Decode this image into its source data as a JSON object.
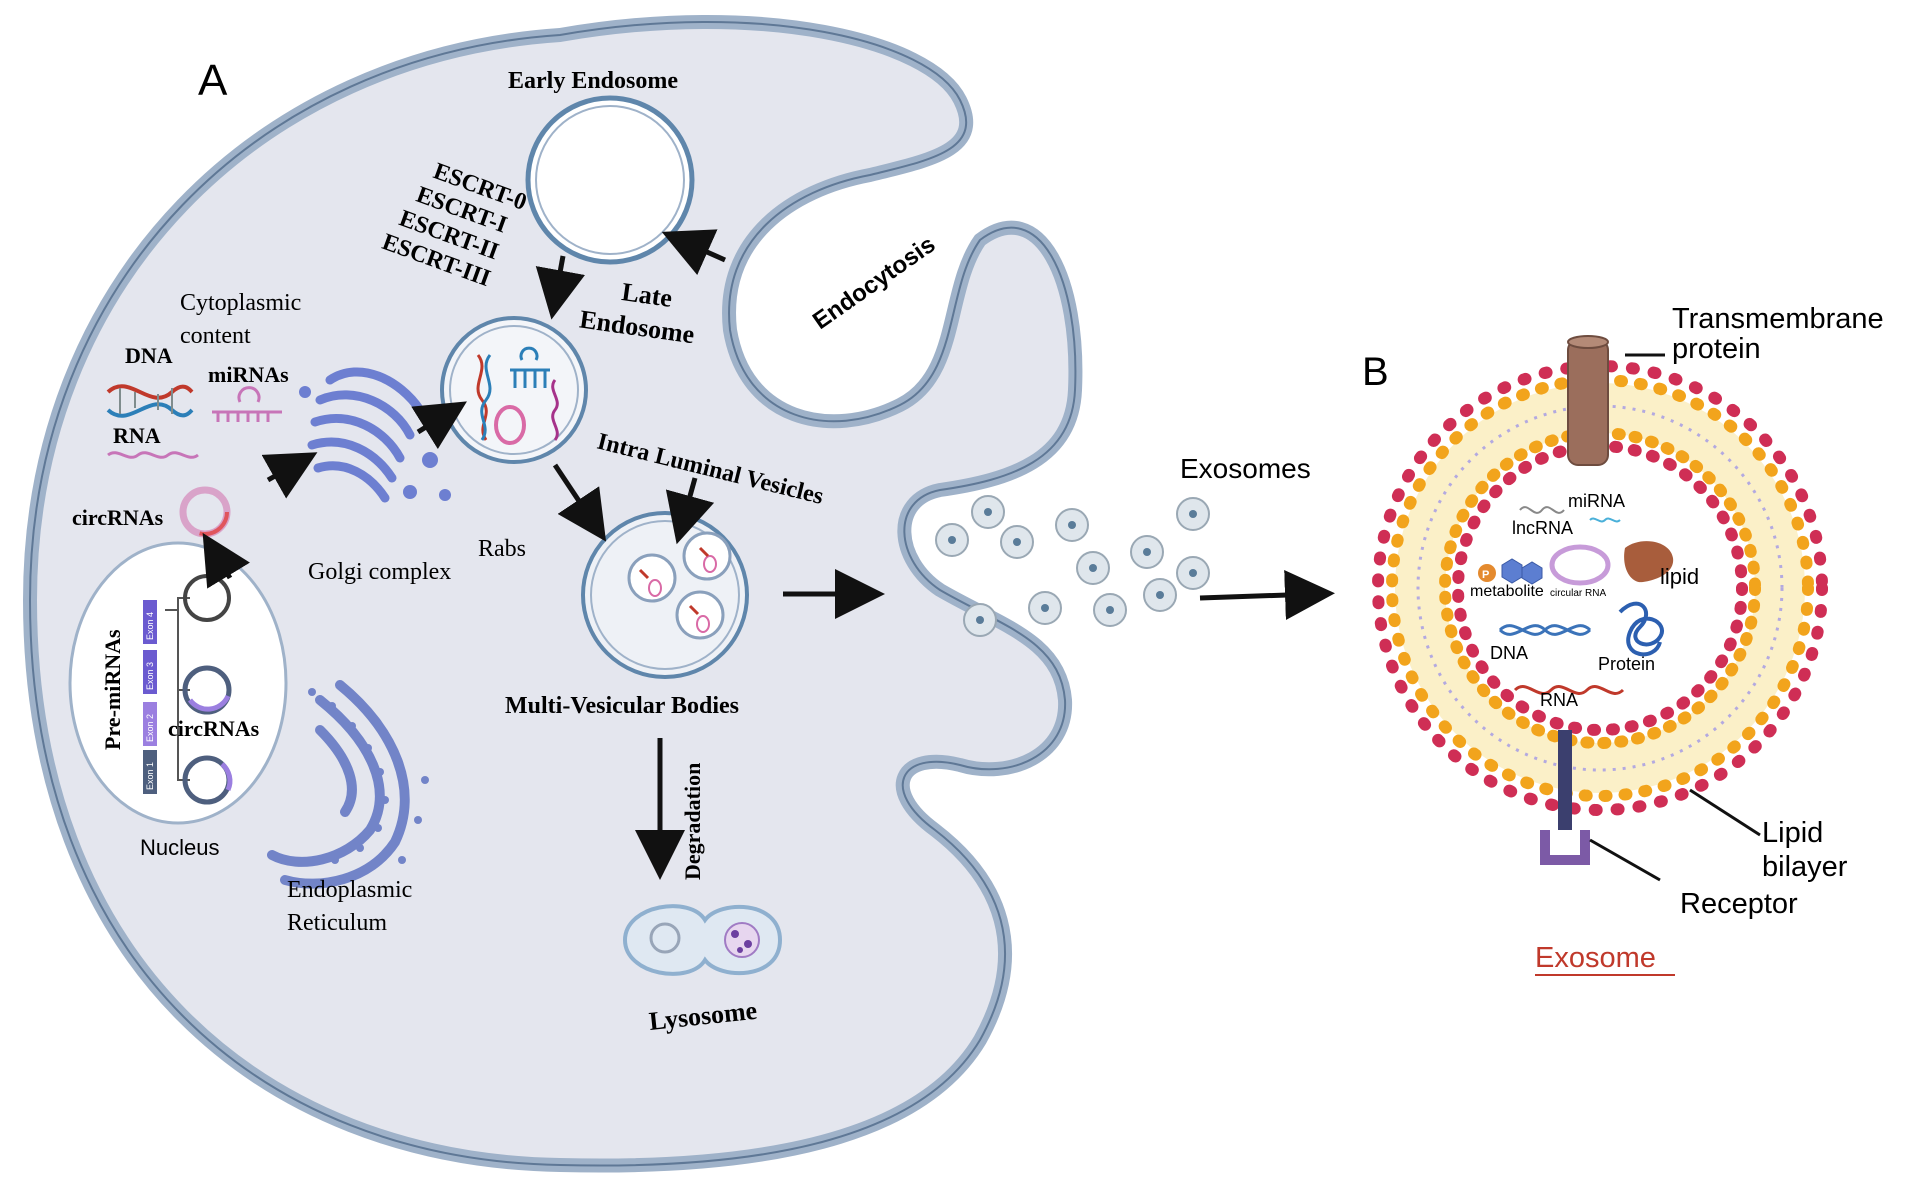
{
  "panel_a": {
    "letter": "A",
    "early_endosome": "Early Endosome",
    "escrt": [
      "ESCRT-0",
      "ESCRT-I",
      "ESCRT-II",
      "ESCRT-III"
    ],
    "late_endosome_1": "Late",
    "late_endosome_2": "Endosome",
    "endocytosis": "Endocytosis",
    "cytoplasmic_1": "Cytoplasmic",
    "cytoplasmic_2": "content",
    "dna": "DNA",
    "mirnas": "miRNAs",
    "rna": "RNA",
    "circrnas_top": "circRNAs",
    "golgi": "Golgi complex",
    "rabs": "Rabs",
    "ilv": "Intra Luminal Vesicles",
    "mvb": "Multi-Vesicular Bodies",
    "degradation": "Degradation",
    "lysosome": "Lysosome",
    "pre_mirnas": "Pre-miRNAs",
    "circrnas_nucleus": "circRNAs",
    "nucleus": "Nucleus",
    "er_1": "Endoplasmic",
    "er_2": "Reticulum",
    "exons": [
      "Exon 4",
      "Exon 3",
      "Exon 2",
      "Exon 1"
    ],
    "exosomes": "Exosomes"
  },
  "panel_b": {
    "letter": "B",
    "transmembrane_1": "Transmembrane",
    "transmembrane_2": "protein",
    "mirna": "miRNA",
    "lncrna": "lncRNA",
    "lipid": "lipid",
    "metabolite": "metabolite",
    "circular_rna": "circular RNA",
    "dna": "DNA",
    "protein": "Protein",
    "rna": "RNA",
    "lipid_bilayer_1": "Lipid",
    "lipid_bilayer_2": "bilayer",
    "receptor": "Receptor",
    "exosome": "Exosome",
    "p_label": "P"
  },
  "colors": {
    "cell_fill": "#e4e6ee",
    "membrane": "#9fb2c9",
    "bilayer_head_red": "#cf2e55",
    "bilayer_head_orange": "#f2a41c",
    "transmembrane": "#9b6e5c",
    "receptor": "#7c5aa6",
    "exosome_label": "#c0392b"
  }
}
